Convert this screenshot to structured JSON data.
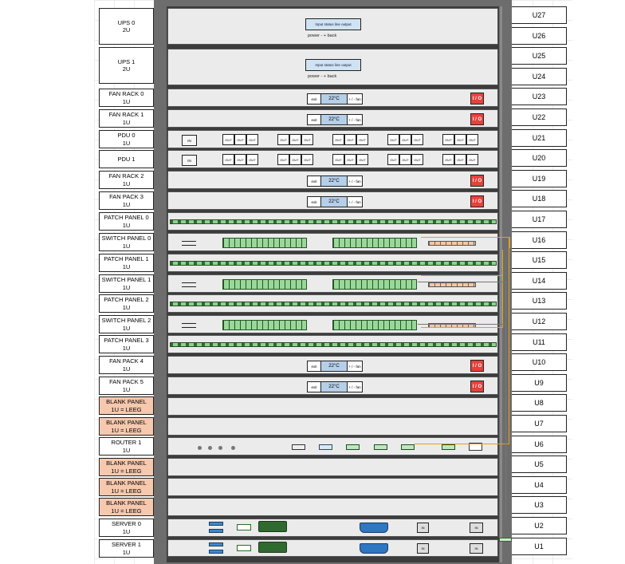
{
  "colors": {
    "rack_frame": "#6d6d6d",
    "unit_face": "#ebebeb",
    "blank_label": "#f6c8ae",
    "io_switch": "#e8413b",
    "lcd": "#cfe3f3",
    "port_green": "#9ad89a",
    "cable_orange": "#e6a01e",
    "cable_gray": "#777777"
  },
  "left_labels": [
    {
      "text": "UPS 0\n2U",
      "blank": false
    },
    {
      "text": "UPS 1\n2U",
      "blank": false
    },
    {
      "text": "FAN RACK 0\n1U",
      "blank": false
    },
    {
      "text": "FAN RACK 1\n1U",
      "blank": false
    },
    {
      "text": "PDU 0\n1U",
      "blank": false
    },
    {
      "text": "PDU 1",
      "blank": false
    },
    {
      "text": "FAN RACK 2\n1U",
      "blank": false
    },
    {
      "text": "FAN PACK 3\n1U",
      "blank": false
    },
    {
      "text": "PATCH PANEL 0\n1U",
      "blank": false
    },
    {
      "text": "SWITCH PANEL 0\n1U",
      "blank": false
    },
    {
      "text": "PATCH PANEL 1\n1U",
      "blank": false
    },
    {
      "text": "SWITCH PANEL 1\n1U",
      "blank": false
    },
    {
      "text": "PATCH PANEL 2\n1U",
      "blank": false
    },
    {
      "text": "SWITCH PANEL 2\n1U",
      "blank": false
    },
    {
      "text": "PATCH PANEL 3\n1U",
      "blank": false
    },
    {
      "text": "FAN PACK 4\n1U",
      "blank": false
    },
    {
      "text": "FAN PACK 5\n1U",
      "blank": false
    },
    {
      "text": "BLANK PANEL\n1U = LEEG",
      "blank": true
    },
    {
      "text": "BLANK PANEL\n1U = LEEG",
      "blank": true
    },
    {
      "text": "ROUTER 1\n1U",
      "blank": false
    },
    {
      "text": "BLANK PANEL\n1U = LEEG",
      "blank": true
    },
    {
      "text": "BLANK PANEL\n1U = LEEG",
      "blank": true
    },
    {
      "text": "BLANK PANEL\n1U = LEEG",
      "blank": true
    },
    {
      "text": "SERVER 0\n1U",
      "blank": false
    },
    {
      "text": "SERVER 1\n1U",
      "blank": false
    }
  ],
  "u_labels": [
    "U27",
    "U26",
    "U25",
    "U24",
    "U23",
    "U22",
    "U21",
    "U20",
    "U19",
    "U18",
    "U17",
    "U16",
    "U15",
    "U14",
    "U13",
    "U12",
    "U11",
    "U10",
    "U9",
    "U8",
    "U7",
    "U6",
    "U5",
    "U4",
    "U3",
    "U2",
    "U1"
  ],
  "ups": {
    "lcd_text": "Input  status  line   output",
    "button_text": "power  -   +   back"
  },
  "fan": {
    "left": "exit",
    "temp": "22°C",
    "right": "+ / - fan"
  },
  "io_label": "I / O",
  "pdu": {
    "input_label": "IN",
    "outlet_label": "OUT"
  },
  "server": {
    "port_label": "IN"
  }
}
